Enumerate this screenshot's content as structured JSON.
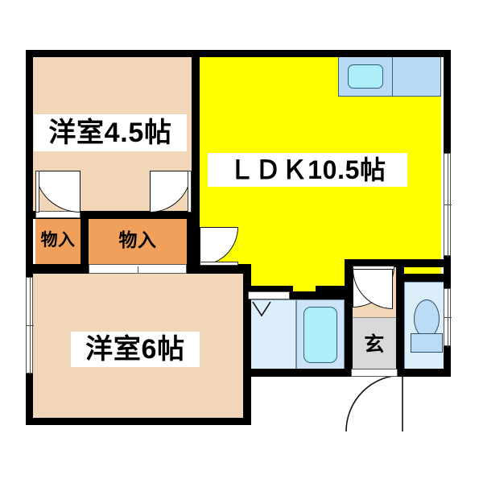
{
  "plan": {
    "type": "floor-plan",
    "title": "2LDK apartment floor plan",
    "units": "jo (tatami)",
    "colors": {
      "wall": "#000000",
      "room_floor": "#f2d6b8",
      "ldk_floor": "#ffff00",
      "closet_floor": "#f0a05a",
      "water_area": "#cde4f7",
      "bath_tub": "#a8e4f5",
      "entrance_floor": "#d9d9d9",
      "background": "#ffffff",
      "fixture_outline": "#2b5f7a"
    },
    "rooms": [
      {
        "id": "washitsu-45",
        "label": "洋室4.5帖",
        "name": "western-room-4-5",
        "size": "4.5",
        "floor": "#f2d6b8"
      },
      {
        "id": "ldk",
        "label": "ＬＤＫ10.5帖",
        "name": "ldk",
        "size": "10.5",
        "floor": "#ffff00"
      },
      {
        "id": "washitsu-6",
        "label": "洋室6帖",
        "name": "western-room-6",
        "size": "6",
        "floor": "#f2d6b8"
      },
      {
        "id": "closet-small",
        "label": "物入",
        "name": "closet-small",
        "floor": "#f0a05a"
      },
      {
        "id": "closet-large",
        "label": "物入",
        "name": "closet-large",
        "floor": "#f0a05a"
      },
      {
        "id": "genkan",
        "label": "玄",
        "name": "entrance",
        "floor": "#d9d9d9"
      },
      {
        "id": "washroom",
        "label": "",
        "name": "washroom",
        "floor": "#ddeefb"
      },
      {
        "id": "bath",
        "label": "",
        "name": "bathroom",
        "floor": "#cde4f7"
      },
      {
        "id": "toilet",
        "label": "",
        "name": "toilet",
        "floor": "#ddeefb"
      },
      {
        "id": "kitchen-counter",
        "label": "",
        "name": "kitchen-counter",
        "floor": "#b9d9f5"
      },
      {
        "id": "hall",
        "label": "",
        "name": "hallway",
        "floor": "#f2d6b8"
      }
    ],
    "fixtures": [
      {
        "name": "kitchen-sink",
        "shape": "rounded-rect"
      },
      {
        "name": "bath-tub",
        "shape": "rounded-rect"
      },
      {
        "name": "wash-basin",
        "shape": "triangle-drain"
      },
      {
        "name": "toilet-bowl",
        "shape": "oval"
      },
      {
        "name": "toilet-tank",
        "shape": "rect"
      }
    ],
    "doors": [
      {
        "name": "closet-small-door",
        "type": "hinged"
      },
      {
        "name": "closet-large-door",
        "type": "hinged"
      },
      {
        "name": "room45-entry-door",
        "type": "hinged"
      },
      {
        "name": "ldk-hall-door",
        "type": "hinged"
      },
      {
        "name": "hall-washroom-door",
        "type": "hinged"
      },
      {
        "name": "front-door",
        "type": "hinged"
      }
    ],
    "windows": [
      {
        "name": "ldk-east-window",
        "type": "sliding"
      },
      {
        "name": "room6-west-window",
        "type": "sliding"
      },
      {
        "name": "toilet-east-window",
        "type": "sliding"
      },
      {
        "name": "room6-closet-slider",
        "type": "sliding"
      }
    ]
  }
}
